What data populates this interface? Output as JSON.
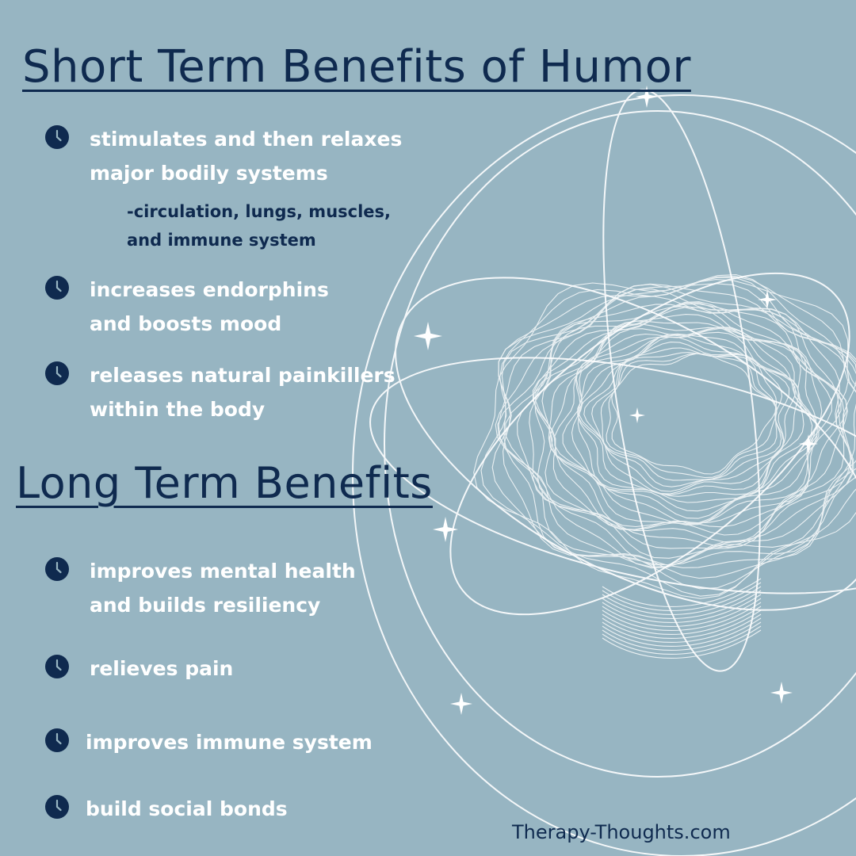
{
  "short_term": {
    "title": "Short Term Benefits of Humor",
    "items": [
      "stimulates and then relaxes\nmajor bodily systems",
      "increases endorphins\nand boosts mood",
      "releases natural painkillers\nwithin the body"
    ],
    "subnote": "-circulation, lungs, muscles,\nand immune system"
  },
  "long_term": {
    "title": "Long Term Benefits",
    "items": [
      "improves mental health\nand builds resiliency",
      "relieves pain",
      "improves immune system",
      "build social bonds"
    ]
  },
  "footer": {
    "site": "Therapy-Thoughts.com"
  },
  "icons": {
    "bullet": "clock-icon",
    "illustration": "brain-wireframe-icon",
    "sparkle": "sparkle-icon"
  },
  "colors": {
    "background": "#97b5c2",
    "heading": "#0f2a4f",
    "bullet_text": "#ffffff",
    "icon_fill": "#0f2a4f"
  }
}
